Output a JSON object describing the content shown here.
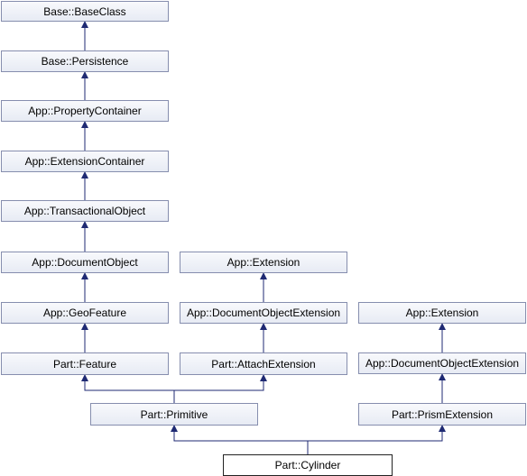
{
  "diagram": {
    "nodes": {
      "base_baseclass": "Base::BaseClass",
      "base_persistence": "Base::Persistence",
      "app_property_container": "App::PropertyContainer",
      "app_extension_container": "App::ExtensionContainer",
      "app_transactional_object": "App::TransactionalObject",
      "app_document_object": "App::DocumentObject",
      "app_geo_feature": "App::GeoFeature",
      "part_feature": "Part::Feature",
      "app_extension_1": "App::Extension",
      "app_document_object_extension_1": "App::DocumentObjectExtension",
      "part_attach_extension": "Part::AttachExtension",
      "app_extension_2": "App::Extension",
      "app_document_object_extension_2": "App::DocumentObjectExtension",
      "part_primitive": "Part::Primitive",
      "part_prism_extension": "Part::PrismExtension",
      "part_cylinder": "Part::Cylinder"
    },
    "edge_color": "#1f2a73"
  }
}
